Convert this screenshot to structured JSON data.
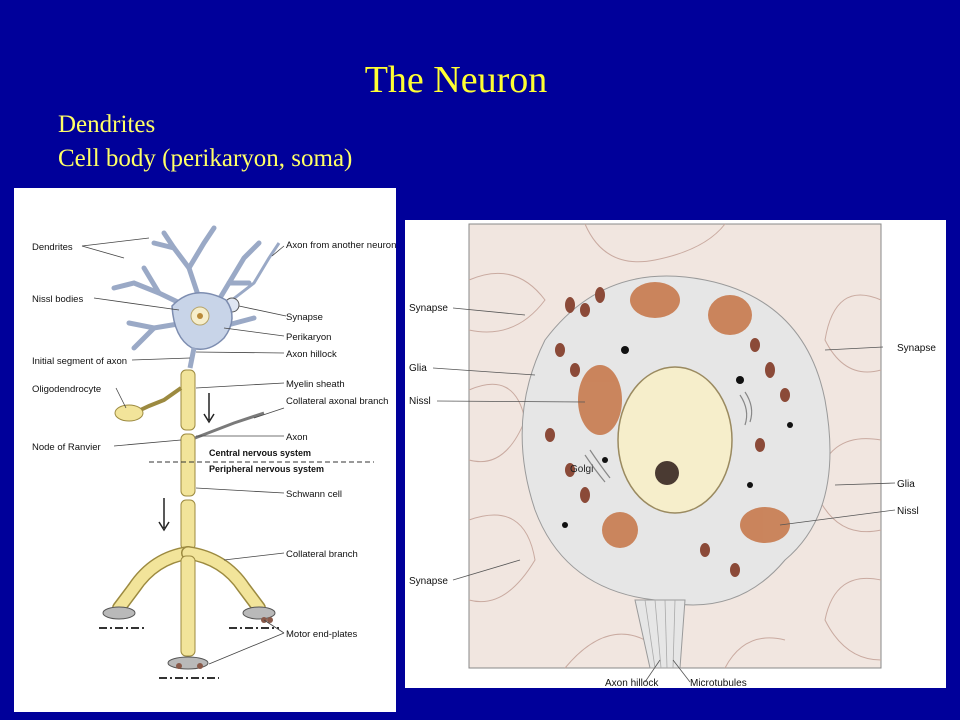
{
  "slide": {
    "title": "The Neuron",
    "bullets": [
      "Dendrites",
      "Cell body (perikaryon, soma)"
    ]
  },
  "left_figure": {
    "labels_left": [
      "Dendrites",
      "Nissl bodies",
      "Initial segment of axon",
      "Oligodendrocyte",
      "Node of Ranvier"
    ],
    "labels_right": [
      "Axon from another neuron",
      "Synapse",
      "Perikaryon",
      "Axon hillock",
      "Myelin sheath",
      "Collateral axonal branch",
      "Axon",
      "Schwann cell",
      "Collateral branch",
      "Motor end-plates"
    ],
    "cns_label": "Central nervous system",
    "pns_label": "Peripheral nervous system"
  },
  "right_figure": {
    "labels_left": [
      "Synapse",
      "Glia",
      "Nissl",
      "Synapse"
    ],
    "labels_right": [
      "Synapse",
      "Glia",
      "Nissl"
    ],
    "center_label": "Golgi",
    "bottom_labels": [
      "Axon hillock",
      "Microtubules"
    ]
  },
  "colors": {
    "background": "#00009a",
    "title": "#ffff33",
    "bullets": "#ffff66",
    "myelin": "#f2e49a",
    "cell_body": "#c8d4e8",
    "nucleus": "#f6eecb",
    "nissl": "#c77a4e"
  }
}
